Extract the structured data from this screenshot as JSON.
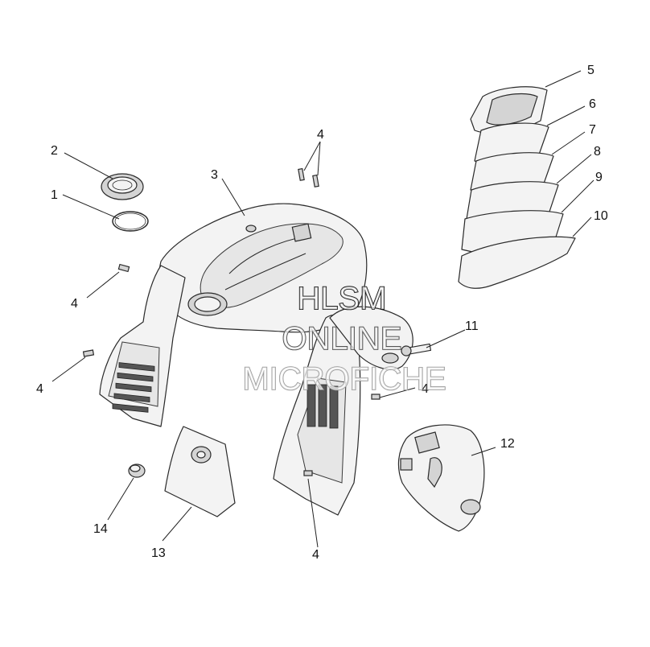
{
  "callouts": {
    "c1": "1",
    "c2": "2",
    "c3": "3",
    "c4a": "4",
    "c4b": "4",
    "c4c": "4",
    "c4d": "4",
    "c4e": "4",
    "c5": "5",
    "c6": "6",
    "c7": "7",
    "c8": "8",
    "c9": "9",
    "c10": "10",
    "c11": "11",
    "c12": "12",
    "c13": "13",
    "c14": "14"
  },
  "watermark": {
    "line1": "HLSM",
    "line2": "ONLINE",
    "line3": "MICROFICHE"
  }
}
